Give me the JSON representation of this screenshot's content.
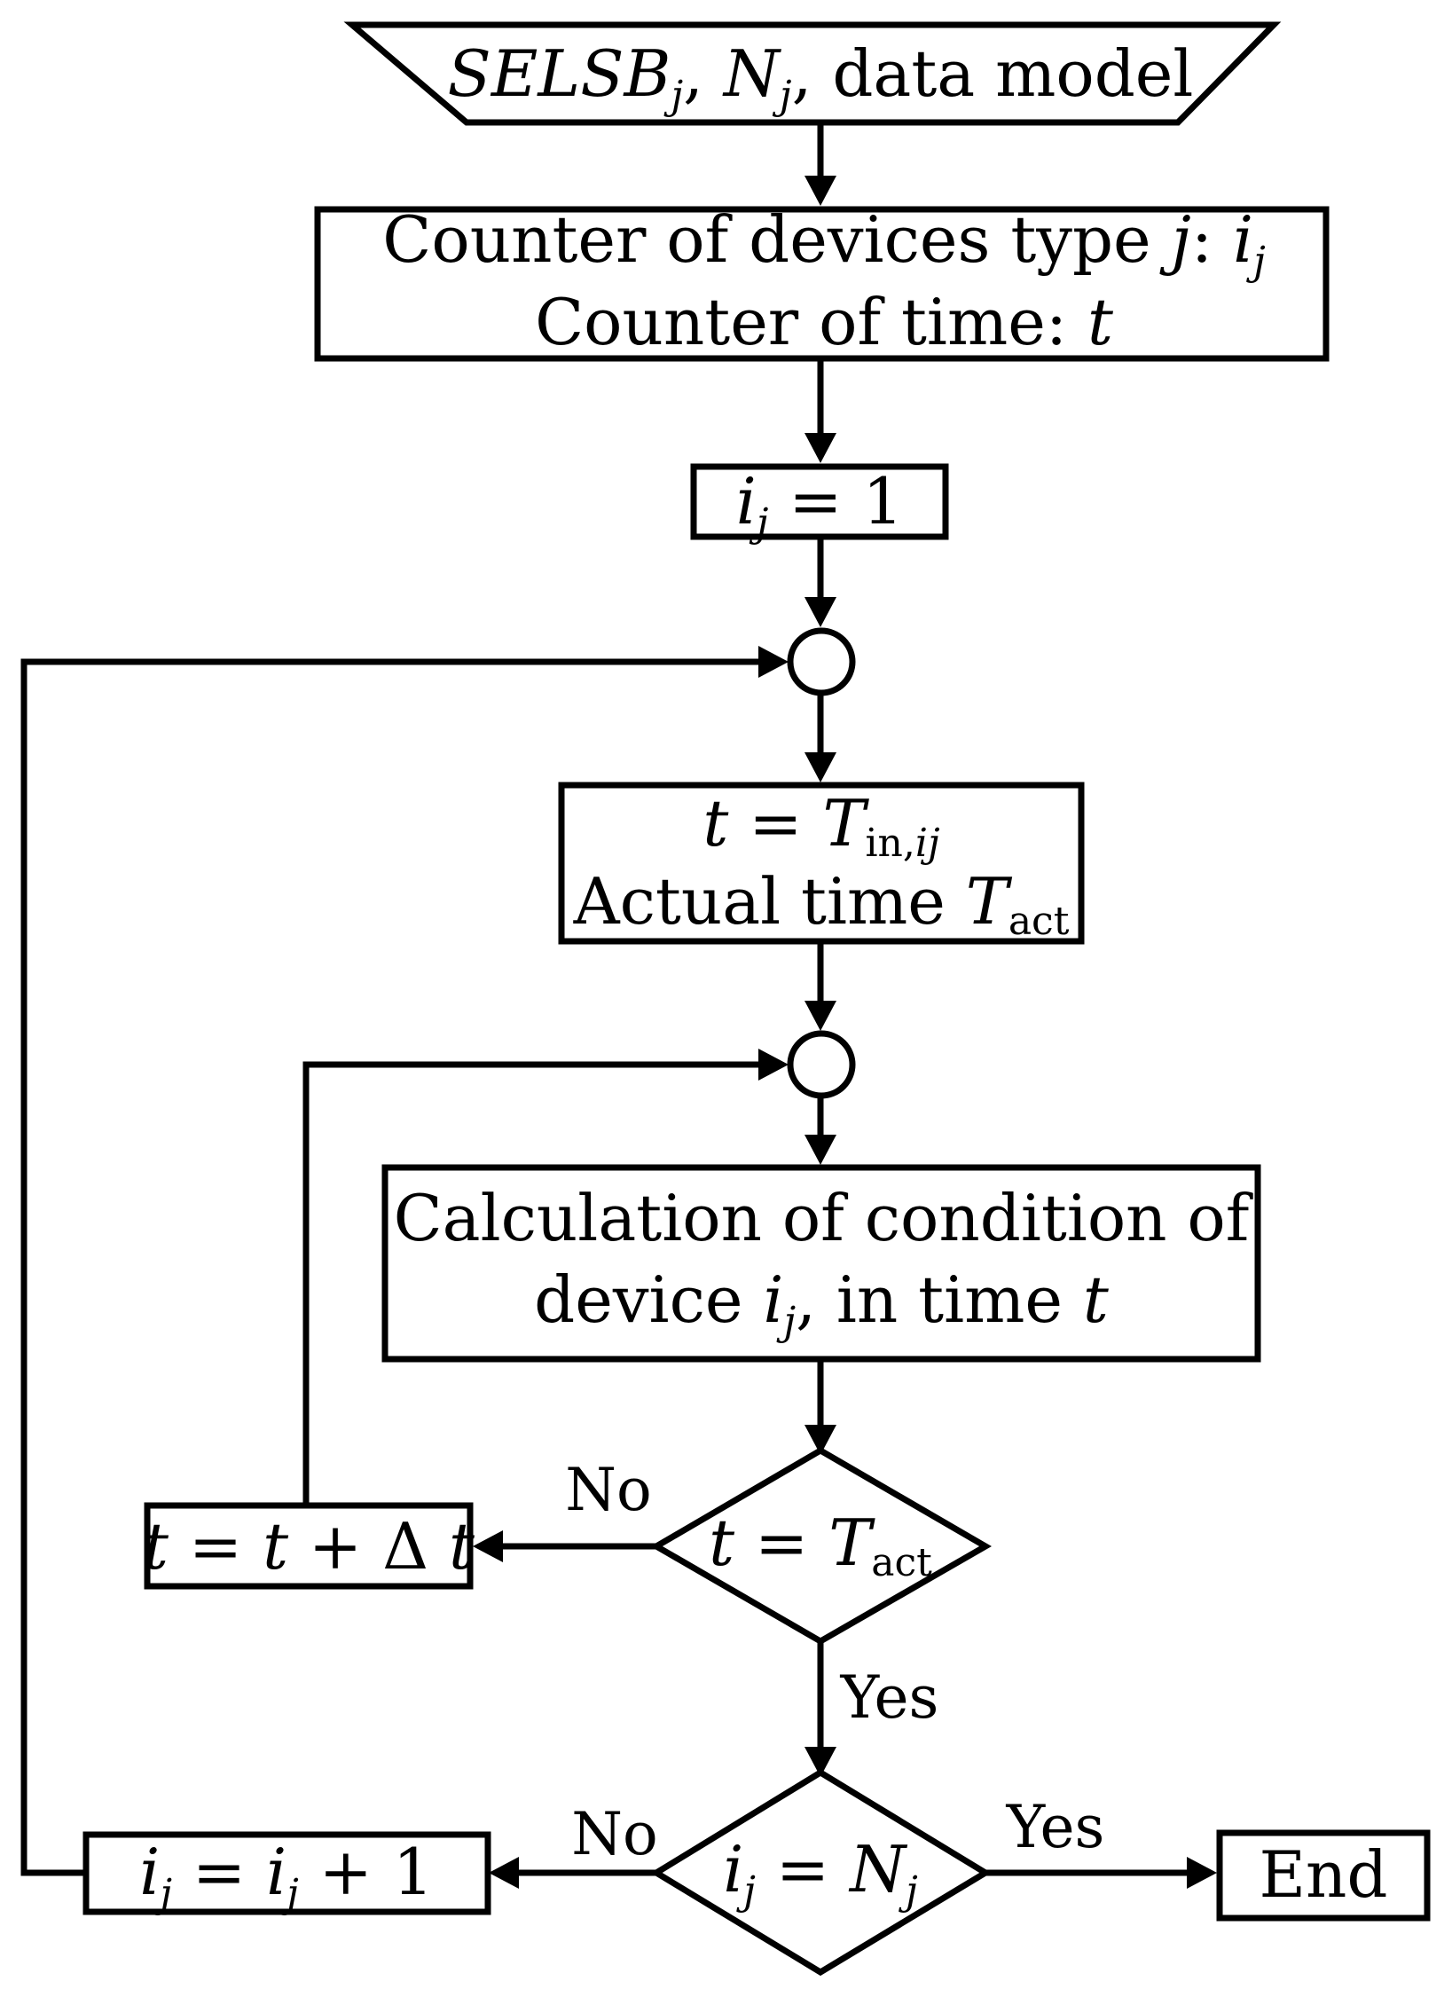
{
  "input": {
    "selsb": "SELSB",
    "selsb_sub": "j",
    "sep1": ", ",
    "n": "N",
    "n_sub": "j",
    "rest": ", data model"
  },
  "counters": {
    "line1_prefix": "Counter of devices type ",
    "line1_j": "j",
    "line1_colon": ": ",
    "line1_i": "i",
    "line1_i_sub": "j",
    "line2_prefix": "Counter of time: ",
    "line2_t": "t"
  },
  "init": {
    "i": "i",
    "i_sub": "j",
    "rest": " = 1"
  },
  "time_init": {
    "line1_t": "t",
    "line1_eq": " = ",
    "line1_T": "T",
    "line1_sub_in": "in,",
    "line1_sub_ij": "ij",
    "line2_prefix": "Actual time ",
    "line2_T": "T",
    "line2_sub": "act"
  },
  "calculation": {
    "line1": "Calculation of condition of",
    "line2_prefix": "device  ",
    "line2_i": "i",
    "line2_i_sub": "j",
    "line2_mid": ", in time ",
    "line2_t": "t"
  },
  "decision_time": {
    "t": "t",
    "eq": " = ",
    "T": "T",
    "sub": "act",
    "no_label": "No",
    "yes_label": "Yes"
  },
  "increment_time": {
    "t1": "t",
    "eq": " = ",
    "t2": "t",
    "plus": " +  Δ ",
    "t3": "t"
  },
  "decision_count": {
    "i": "i",
    "i_sub": "j",
    "eq": " = ",
    "n": "N",
    "n_sub": "j",
    "no_label": "No",
    "yes_label": "Yes"
  },
  "increment_count": {
    "i1": "i",
    "i1_sub": "j",
    "eq": " = ",
    "i2": "i",
    "i2_sub": "j",
    "rest": " + 1"
  },
  "end": {
    "label": "End"
  }
}
